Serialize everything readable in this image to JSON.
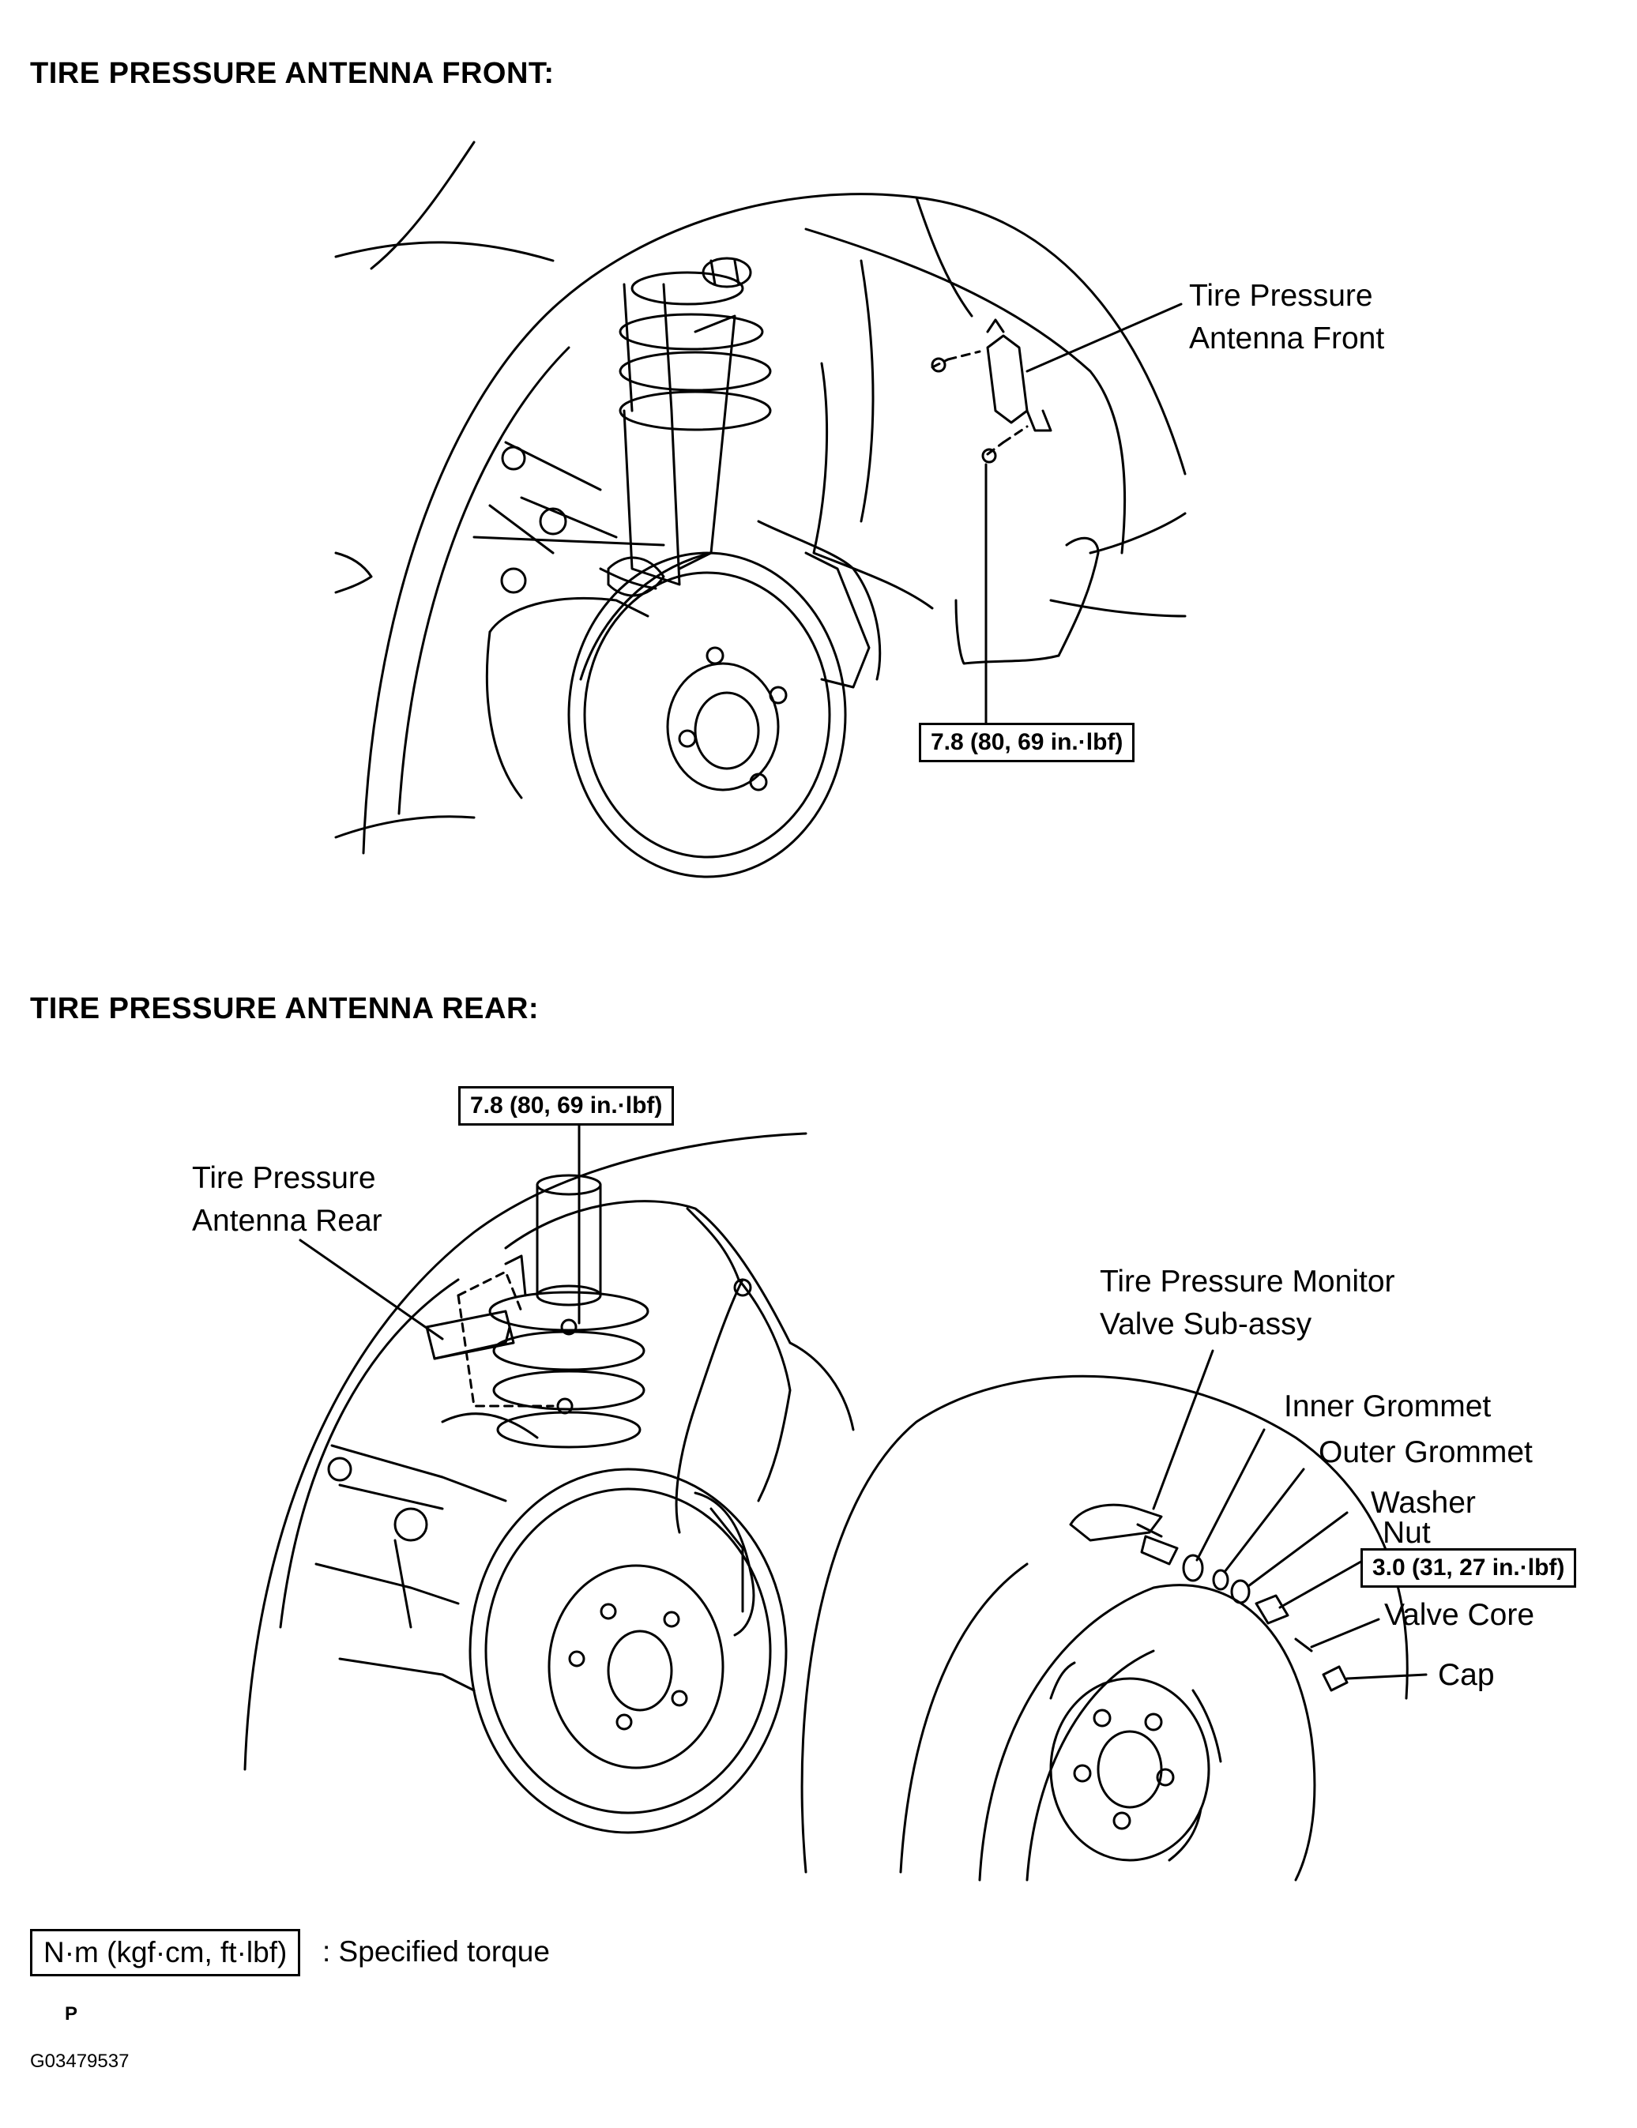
{
  "front": {
    "heading": "TIRE PRESSURE ANTENNA FRONT:",
    "label_line1": "Tire Pressure",
    "label_line2": "Antenna Front",
    "torque": "7.8 (80, 69 in.·lbf)"
  },
  "rear": {
    "heading": "TIRE PRESSURE ANTENNA REAR:",
    "label_line1": "Tire Pressure",
    "label_line2": "Antenna Rear",
    "torque": "7.8 (80, 69 in.·lbf)"
  },
  "valve": {
    "monitor_line1": "Tire Pressure Monitor",
    "monitor_line2": "Valve Sub-assy",
    "inner_grommet": "Inner Grommet",
    "outer_grommet": "Outer Grommet",
    "washer": "Washer",
    "nut": "Nut",
    "nut_torque": "3.0 (31, 27 in.·lbf)",
    "valve_core": "Valve Core",
    "cap": "Cap"
  },
  "legend": {
    "unit_box": "N·m (kgf·cm, ft·lbf)",
    "desc": ": Specified torque"
  },
  "footer": {
    "letter": "P",
    "code": "G03479537"
  }
}
